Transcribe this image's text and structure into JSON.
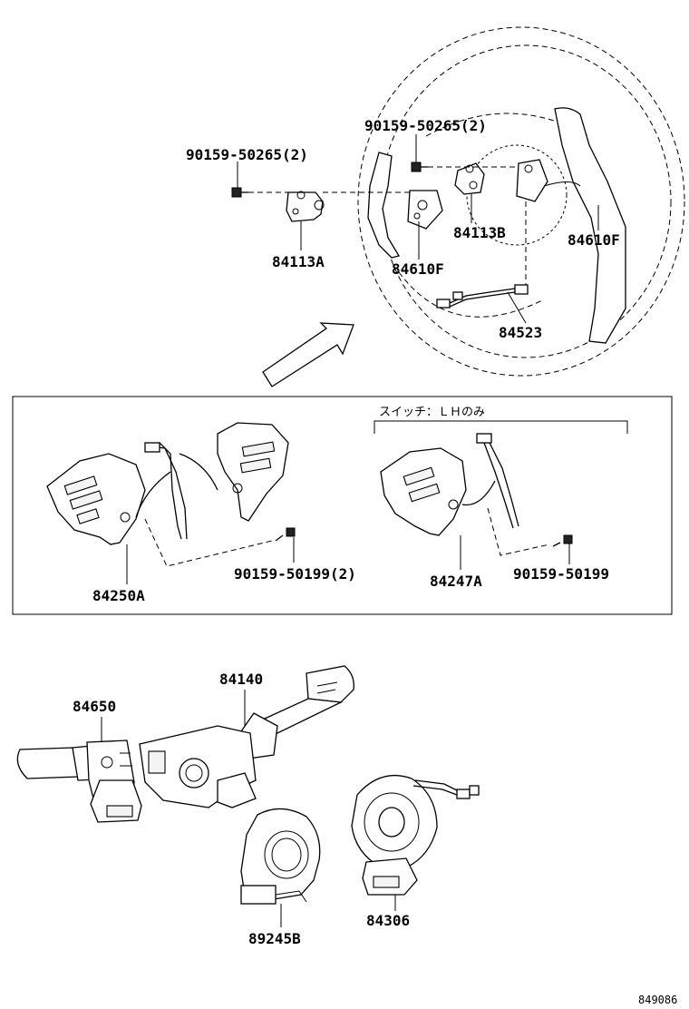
{
  "labels": {
    "bolt_left": "90159-50265(2)",
    "bolt_right": "90159-50265(2)",
    "bracket_a": "84113A",
    "bracket_b": "84113B",
    "paddle_left": "84610F",
    "paddle_right": "84610F",
    "wire": "84523",
    "switch_lh_only": "スイッチ：ＬＨのみ",
    "switch_pair": "84250A",
    "screw_pair": "90159-50199(2)",
    "switch_single": "84247A",
    "screw_single": "90159-50199",
    "combo_switch": "84140",
    "wiper_switch": "84650",
    "sensor": "89245B",
    "spiral_cable": "84306",
    "diagram_ref": "849086"
  }
}
